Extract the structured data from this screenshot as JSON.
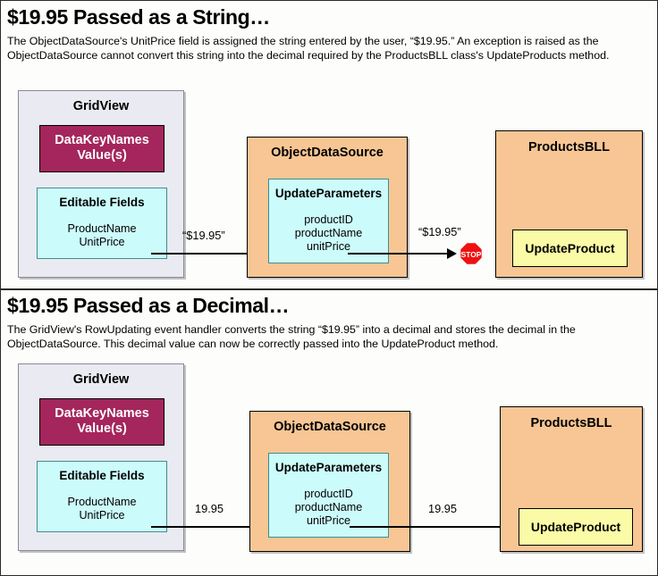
{
  "sections": [
    {
      "id": "string-case",
      "title": "$19.95 Passed as a String…",
      "description": "The ObjectDataSource's UnitPrice field is assigned the string entered by the user, “$19.95.” An exception is raised as the ObjectDataSource cannot convert this string into the decimal required by the ProductsBLL class's UpdateProducts method.",
      "gridview": {
        "title": "GridView",
        "datakey_box": {
          "line1": "DataKeyNames",
          "line2": "Value(s)"
        },
        "editable_box": {
          "title": "Editable Fields",
          "fields": "ProductName\nUnitPrice"
        }
      },
      "objectdatasource": {
        "title": "ObjectDataSource",
        "update_parameters": {
          "title": "UpdateParameters",
          "params": "productID\nproductName\nunitPrice"
        }
      },
      "productsbll": {
        "title": "ProductsBLL",
        "method_label": "UpdateProduct"
      },
      "arrow1_label": "“$19.95”",
      "arrow2_label": "“$19.95”",
      "blocked": true,
      "stop_icon": "stop-sign-icon",
      "stop_text": "STOP"
    },
    {
      "id": "decimal-case",
      "title": "$19.95 Passed as a Decimal…",
      "description": "The GridView's RowUpdating event handler converts the string “$19.95” into a decimal and stores the decimal in the ObjectDataSource. This decimal value can now be correctly passed into the UpdateProduct method.",
      "gridview": {
        "title": "GridView",
        "datakey_box": {
          "line1": "DataKeyNames",
          "line2": "Value(s)"
        },
        "editable_box": {
          "title": "Editable Fields",
          "fields": "ProductName\nUnitPrice"
        }
      },
      "objectdatasource": {
        "title": "ObjectDataSource",
        "update_parameters": {
          "title": "UpdateParameters",
          "params": "productID\nproductName\nunitPrice"
        }
      },
      "productsbll": {
        "title": "ProductsBLL",
        "method_label": "UpdateProduct"
      },
      "arrow1_label": "19.95",
      "arrow2_label": "19.95",
      "blocked": false
    }
  ],
  "colors": {
    "page_background": "#fdfdfb",
    "gridview_fill": "#e9eaf2",
    "objectdatasource_fill": "#f7c694",
    "productsbll_fill": "#f7c694",
    "cyan_fill": "#ccfbfb",
    "magenta_fill": "#a4265c",
    "yellow_fill": "#fbfaa6",
    "stop_red": "#ee1111",
    "stroke": "#000000"
  }
}
